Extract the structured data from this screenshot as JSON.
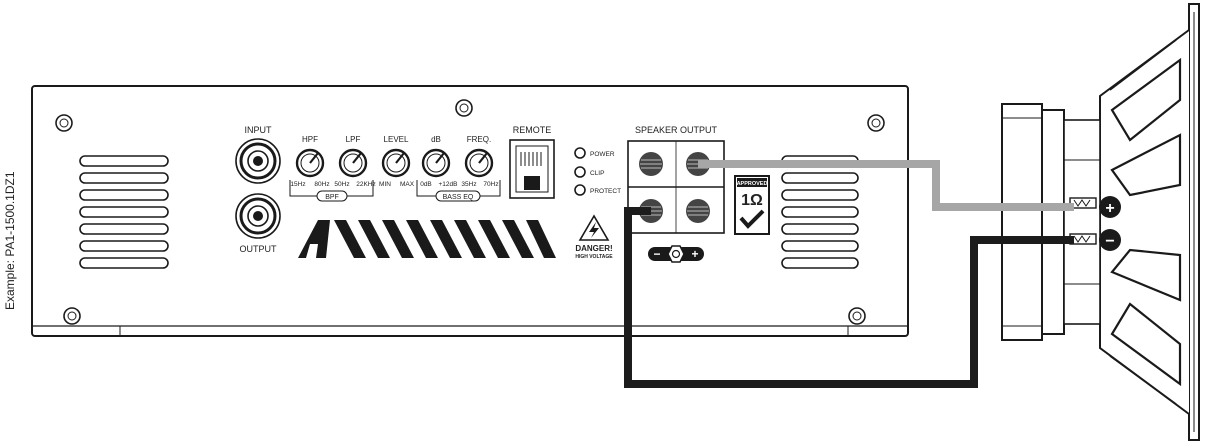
{
  "side_caption": "Example: PA1-1500.1DZ1",
  "amp": {
    "input_label": "INPUT",
    "output_label": "OUTPUT",
    "knobs": [
      {
        "label": "HPF",
        "min": "15Hz",
        "max": "80Hz"
      },
      {
        "label": "LPF",
        "min": "50Hz",
        "max": "22KHz"
      },
      {
        "label": "LEVEL",
        "min": "MIN",
        "max": "MAX"
      },
      {
        "label": "dB",
        "min": "0dB",
        "max": "+12dB"
      },
      {
        "label": "FREQ.",
        "min": "35Hz",
        "max": "70Hz"
      }
    ],
    "bpf_label": "BPF",
    "bass_eq_label": "BASS EQ",
    "remote_label": "REMOTE",
    "leds": [
      "POWER",
      "CLIP",
      "PROTECT"
    ],
    "danger_title": "DANGER!",
    "danger_sub": "HIGH VOLTAGE",
    "speaker_output_label": "SPEAKER OUTPUT",
    "approved": {
      "title": "APPROVED",
      "value": "1Ω"
    },
    "terminal_minus": "−",
    "terminal_plus": "+"
  },
  "speaker": {
    "plus_symbol": "+",
    "minus_symbol": "−"
  },
  "colors": {
    "positive_wire": "#a6a6a6",
    "negative_wire": "#1c1c1c"
  }
}
